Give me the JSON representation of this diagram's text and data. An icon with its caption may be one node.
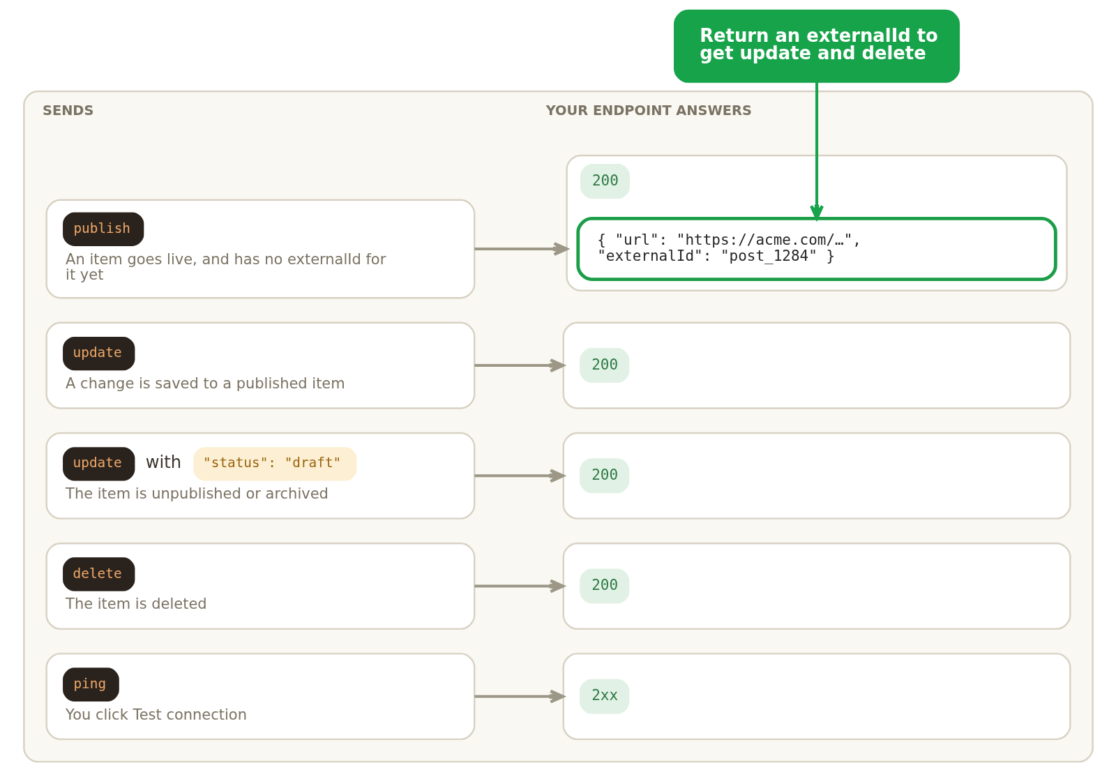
{
  "diagram": {
    "nodes": [
      {
        "text": [
          "Return an externalId to get update and delete"
        ]
      },
      {
        "text": [
          "SENDS",
          "YOUR ENDPOINT ANSWERS"
        ]
      },
      {
        "text": [
          "publish",
          "An item goes live, and has no externalId for it yet"
        ],
        "in": 1
      },
      {
        "text": [
          "200"
        ],
        "in": 1
      },
      {
        "text": [
          "{ \"url\": \"https://acme.com/…\", \"externalId\": \"post_1284\" }"
        ],
        "in": 3
      },
      {
        "text": [
          "update",
          "A change is saved to a published item"
        ],
        "in": 1
      },
      {
        "text": [
          "200"
        ],
        "in": 1
      },
      {
        "text": [
          "update",
          "with",
          "\"status\": \"draft\"",
          "The item is unpublished or archived"
        ],
        "in": 1
      },
      {
        "text": [
          "200"
        ],
        "in": 1
      },
      {
        "text": [
          "delete",
          "The item is deleted"
        ],
        "in": 1
      },
      {
        "text": [
          "200"
        ],
        "in": 1
      },
      {
        "text": [
          "ping",
          "You click Test connection"
        ],
        "in": 1
      },
      {
        "text": [
          "2xx"
        ],
        "in": 1
      }
    ],
    "edges": [
      {
        "from": 2,
        "to": 3,
        "arrow": "to"
      },
      {
        "from": 5,
        "to": 6,
        "arrow": "to"
      },
      {
        "from": 7,
        "to": 8,
        "arrow": "to"
      },
      {
        "from": 9,
        "to": 10,
        "arrow": "to"
      },
      {
        "from": 11,
        "to": 12,
        "arrow": "to"
      },
      {
        "from": 0,
        "to": 4,
        "arrow": "to",
        "color": "#16a34a"
      }
    ]
  }
}
